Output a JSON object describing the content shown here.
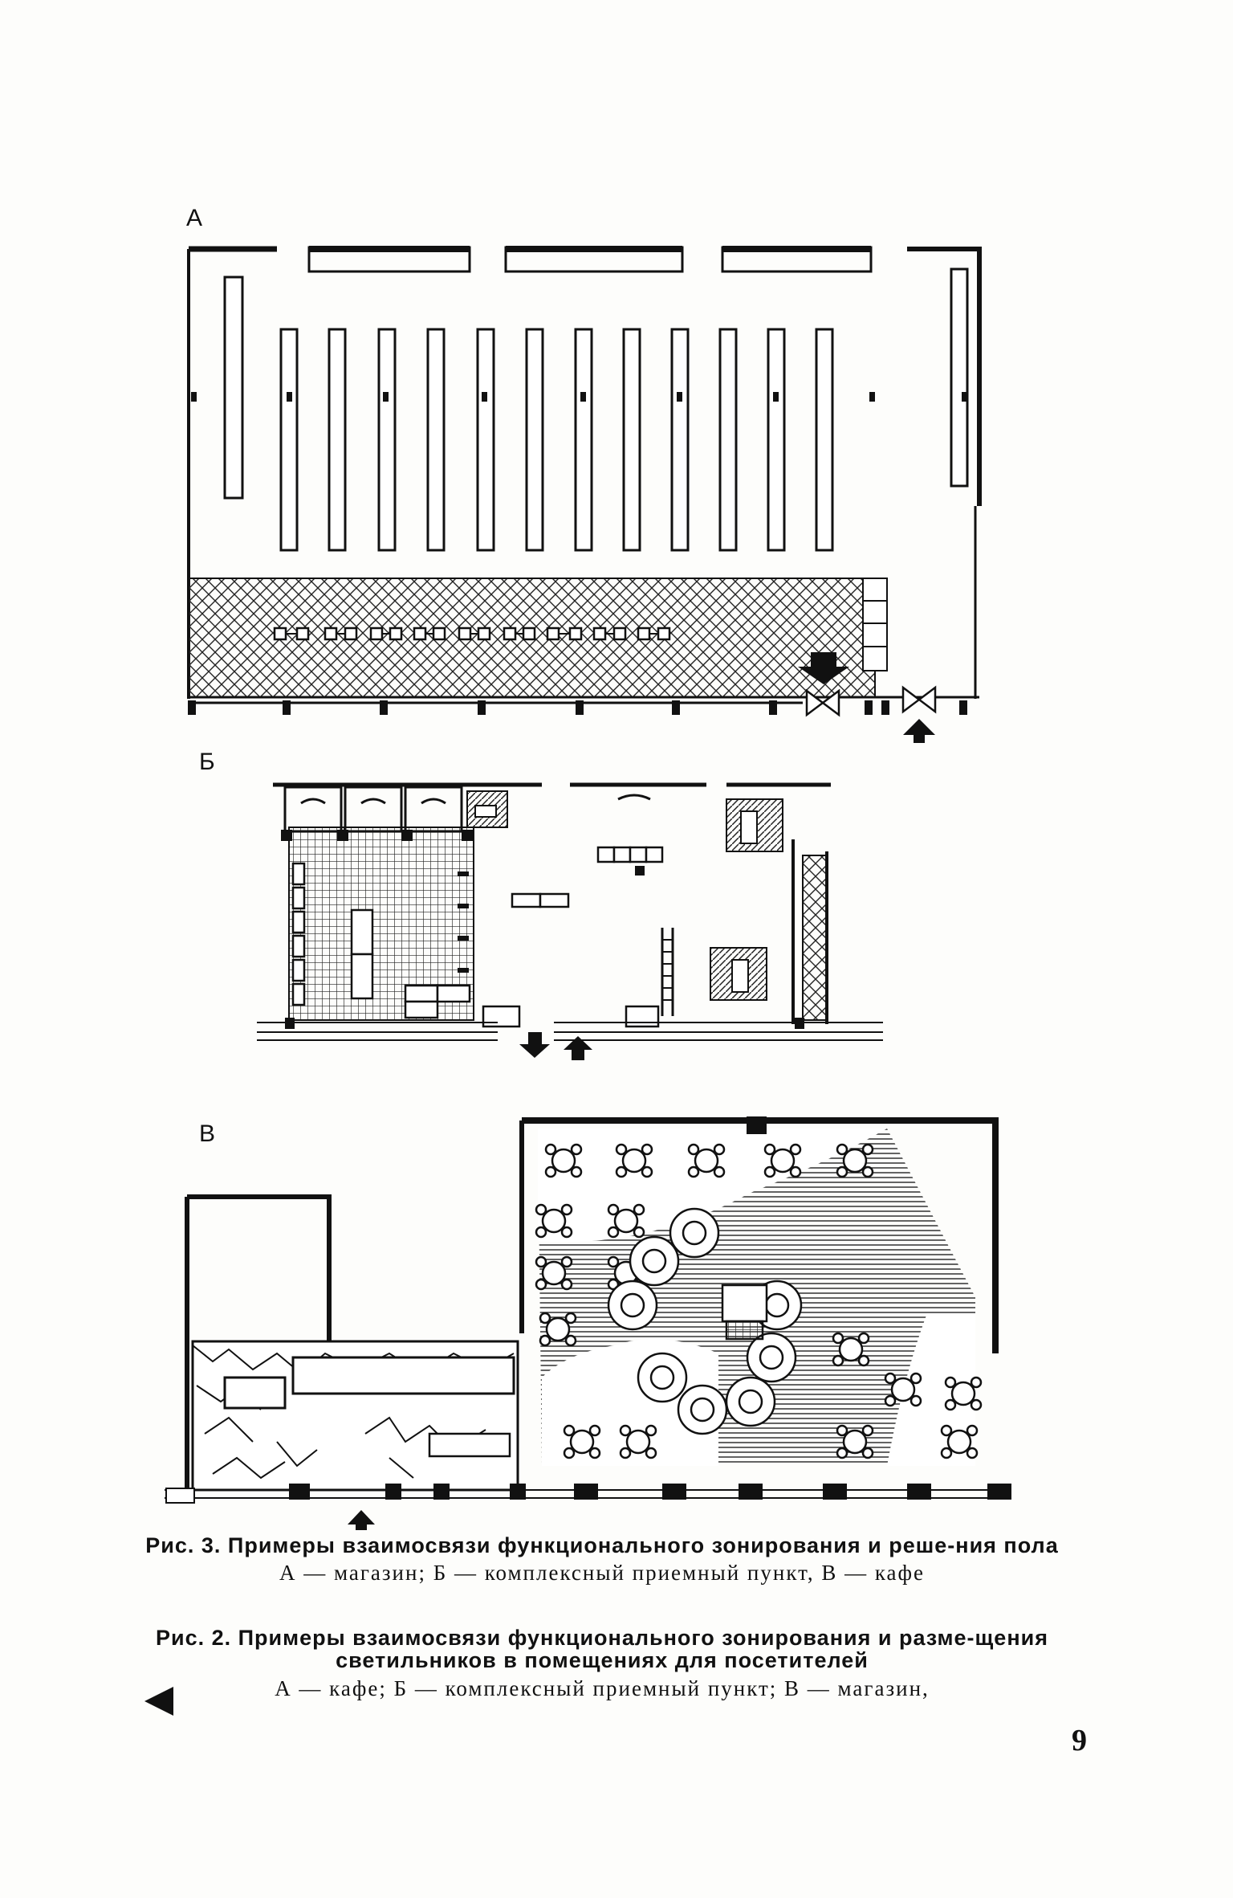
{
  "plans": {
    "a": {
      "label": "А"
    },
    "b": {
      "label": "Б"
    },
    "v": {
      "label": "В"
    }
  },
  "captions": {
    "fig3": {
      "title": "Рис. 3. Примеры взаимосвязи функционального зонирования и реше-ния пола",
      "legend": "А — магазин; Б — комплексный приемный пункт, В — кафе"
    },
    "fig2": {
      "title": "Рис. 2. Примеры взаимосвязи функционального зонирования и разме-щения светильников в помещениях для посетителей",
      "legend": "А — кафе; Б — комплексный приемный пункт; В — магазин,"
    }
  },
  "page_number": "9",
  "icons": {
    "back": "back-arrow-icon",
    "entrance": "entrance-arrow-icon",
    "exit": "exit-arrow-icon"
  }
}
